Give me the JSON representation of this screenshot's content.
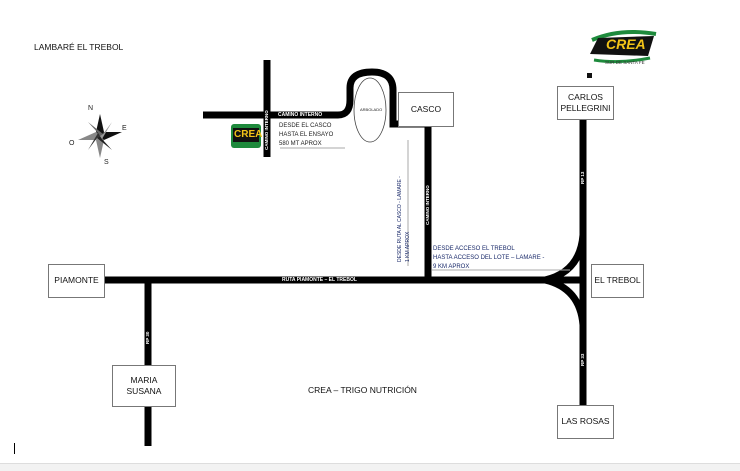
{
  "title": "LAMBARÉ  EL TREBOL",
  "subtitle": "CREA – TRIGO NUTRICIÓN",
  "logo": {
    "text": "CREA",
    "tagline": "SUR DE SANTA FE",
    "colors": {
      "green": "#1e8a3c",
      "yellow": "#f2c318",
      "black": "#111111"
    }
  },
  "compass": {
    "n": "N",
    "e": "E",
    "s": "S",
    "o": "O"
  },
  "places": {
    "casco": "CASCO",
    "carlos_pellegrini": "CARLOS PELLEGRINI",
    "el_trebol": "EL TREBOL",
    "piamonte": "PIAMONTE",
    "maria_susana": "MARIA SUSANA",
    "las_rosas": "LAS ROSAS"
  },
  "roads": {
    "camino_interno": "CAMINO INTERNO",
    "ruta_piamonte": "RUTA PIAMONTE – EL TREBOL",
    "rp13": "RP 13",
    "rp33": "RP 33",
    "rp30": "RP 30"
  },
  "features": {
    "arbolado": "ARBOLADO"
  },
  "notes": {
    "casco_ensayo": [
      "DESDE EL CASCO",
      "HASTA EL ENSAYO",
      "580 MT APROX"
    ],
    "ruta_casco": [
      "DESDE RUTA AL CASCO - LAMARE -",
      "1 KM APROX"
    ],
    "acceso_lote": [
      "DESDE ACCESO EL TREBOL",
      "HASTA ACCESO DEL LOTE – LAMARE -",
      "9 KM APROX"
    ]
  }
}
